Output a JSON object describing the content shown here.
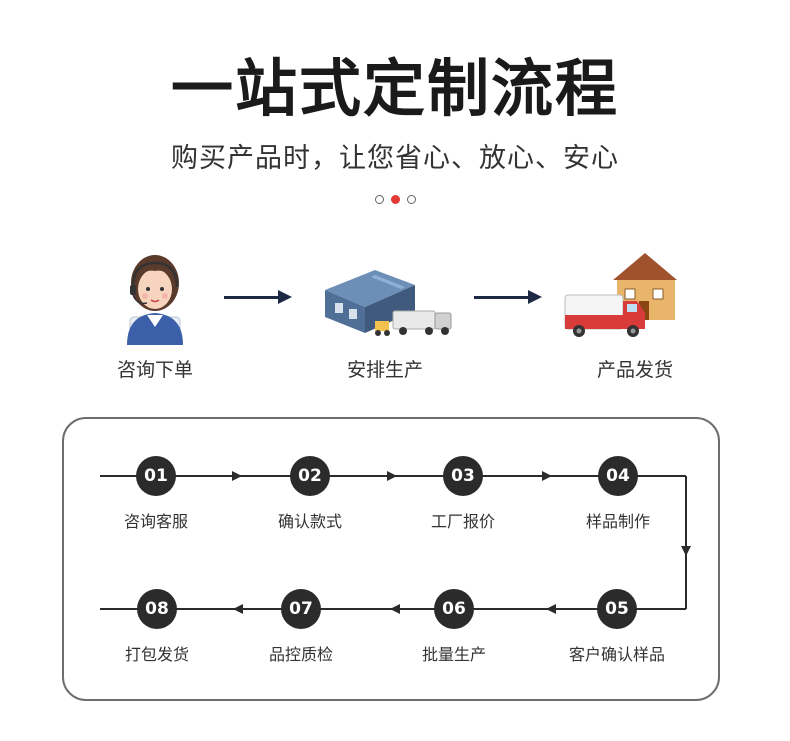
{
  "header": {
    "title": "一站式定制流程",
    "subtitle": "购买产品时，让您省心、放心、安心"
  },
  "carousel": {
    "active_index": 1
  },
  "top_steps": [
    {
      "label": "咨询下单",
      "icon": "customer-service-agent-icon"
    },
    {
      "label": "安排生产",
      "icon": "factory-warehouse-icon"
    },
    {
      "label": "产品发货",
      "icon": "delivery-truck-house-icon"
    }
  ],
  "process": {
    "steps": [
      {
        "number": "01",
        "label": "咨询客服"
      },
      {
        "number": "02",
        "label": "确认款式"
      },
      {
        "number": "03",
        "label": "工厂报价"
      },
      {
        "number": "04",
        "label": "样品制作"
      },
      {
        "number": "05",
        "label": "客户确认样品"
      },
      {
        "number": "06",
        "label": "批量生产"
      },
      {
        "number": "07",
        "label": "品控质检"
      },
      {
        "number": "08",
        "label": "打包发货"
      }
    ]
  },
  "colors": {
    "accent": "#e53935",
    "node": "#2b2b2b",
    "arrow": "#1e2a44"
  }
}
